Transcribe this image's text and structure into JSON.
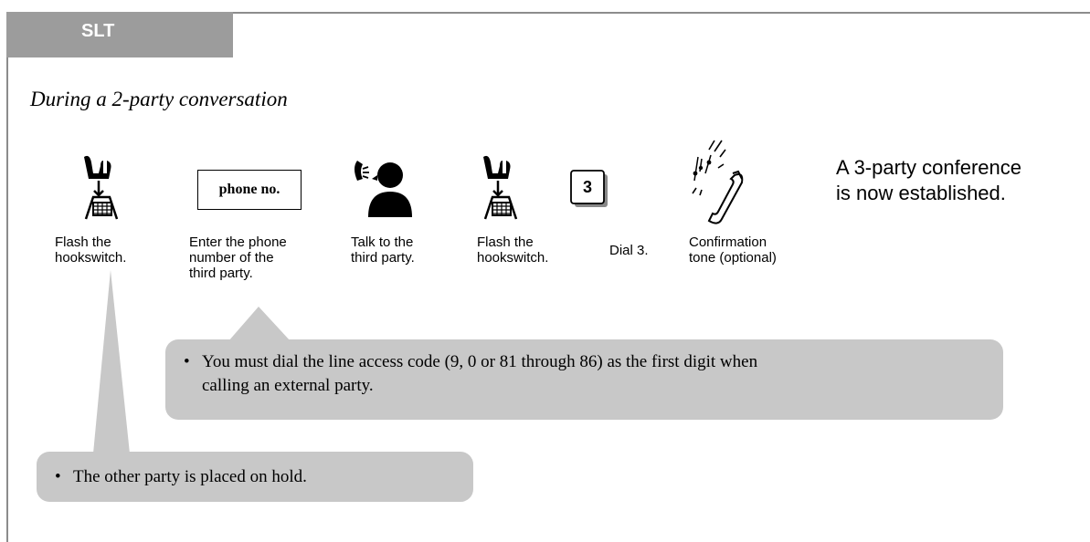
{
  "section_tab": "SLT",
  "subheading": "During a 2-party conversation",
  "steps": [
    {
      "icon": "hookswitch-icon",
      "caption": "Flash the\nhookswitch."
    },
    {
      "icon": "phone-number-box",
      "box_label": "phone no.",
      "caption": "Enter the phone\nnumber of the\nthird party."
    },
    {
      "icon": "talking-person-icon",
      "caption": "Talk to the\nthird party."
    },
    {
      "icon": "hookswitch-icon",
      "caption": "Flash the\nhookswitch."
    },
    {
      "icon": "dial-key-icon",
      "key_label": "3",
      "caption": "Dial 3."
    },
    {
      "icon": "confirmation-tone-icon",
      "caption": "Confirmation\ntone (optional)"
    }
  ],
  "result_text": "A 3-party conference\nis now established.",
  "notes": {
    "line_access": {
      "bullet": "•",
      "text": "You must dial the line access code (9, 0 or 81 through 86) as the first digit when calling an external party."
    },
    "hold": {
      "bullet": "•",
      "text": "The other party is placed on hold."
    }
  },
  "colors": {
    "frame": "#8c8c8c",
    "tab_bg": "#9c9c9c",
    "callout_bg": "#c8c8c8"
  }
}
